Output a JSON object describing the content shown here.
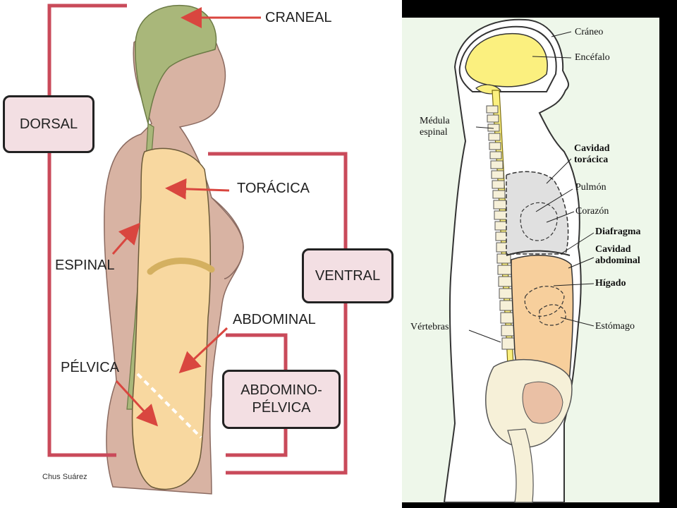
{
  "left_panel": {
    "boxes": {
      "dorsal": "DORSAL",
      "ventral": "VENTRAL",
      "abdominopelvica_line1": "ABDOMINO-",
      "abdominopelvica_line2": "PÉLVICA"
    },
    "labels": {
      "craneal": "CRANEAL",
      "toracica": "TORÁCICA",
      "espinal": "ESPINAL",
      "abdominal": "ABDOMINAL",
      "pelvica": "PÉLVICA"
    },
    "credit": "Chus Suárez",
    "colors": {
      "bracket": "#c94a5a",
      "arrow": "#d9463f",
      "head_fill": "#a9b77a",
      "body_fill": "#d8b3a3",
      "cavity_fill": "#f8d8a0",
      "box_fill": "#f3dfe3"
    }
  },
  "right_panel": {
    "labels": {
      "craneo": "Cráneo",
      "encefalo": "Encéfalo",
      "medula_line1": "Médula",
      "medula_line2": "espinal",
      "cavidad_toracica_line1": "Cavidad",
      "cavidad_toracica_line2": "torácica",
      "pulmon": "Pulmón",
      "corazon": "Corazón",
      "diafragma": "Diafragma",
      "cavidad_abdominal_line1": "Cavidad",
      "cavidad_abdominal_line2": "abdominal",
      "higado": "Hígado",
      "vertebras": "Vértebras",
      "estomago": "Estómago"
    },
    "colors": {
      "background": "#eef7ea",
      "brain": "#fbf07f",
      "abdomen": "#f7cf9c",
      "thorax": "#e0e0e0",
      "bone": "#f6f0d8"
    }
  }
}
